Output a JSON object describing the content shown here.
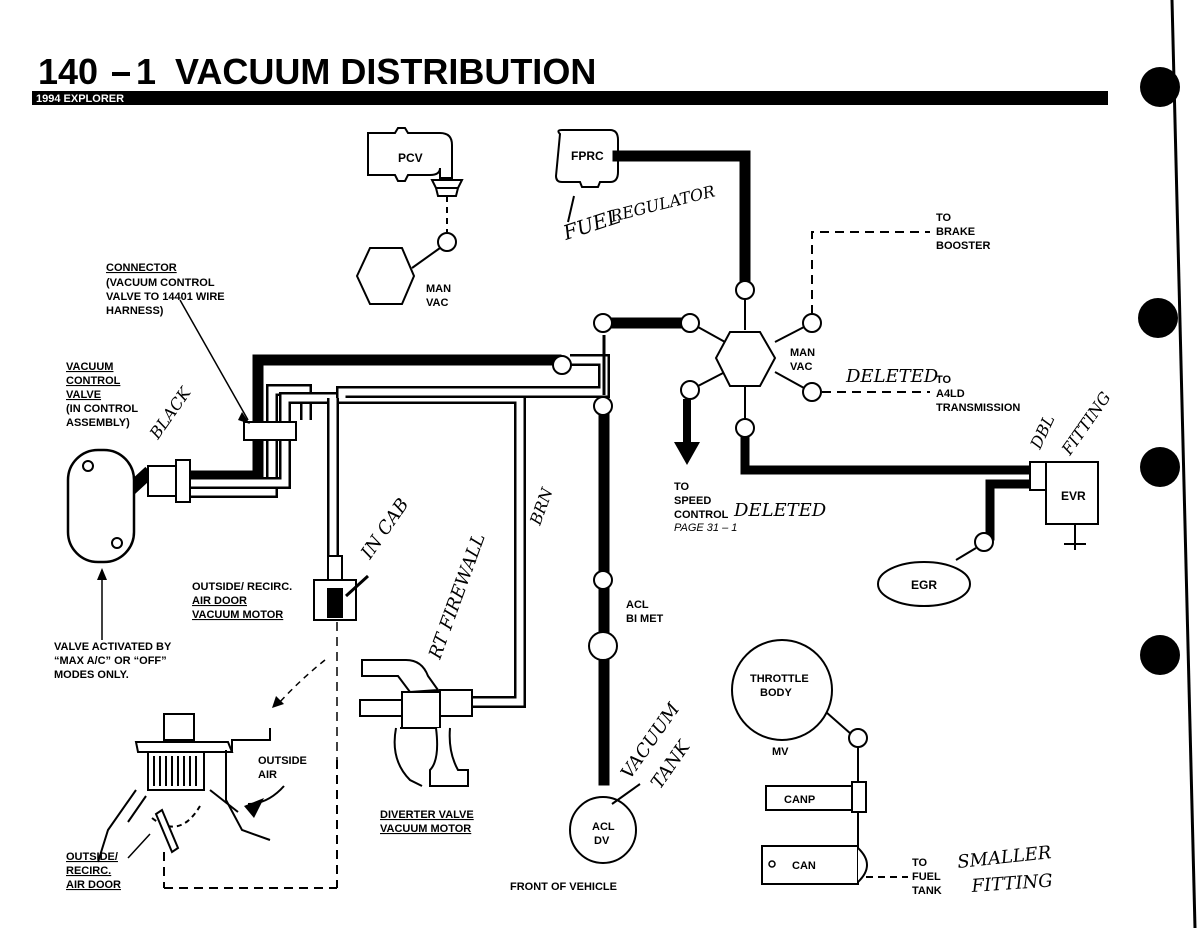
{
  "header": {
    "section_number": "140",
    "section_sub": "1",
    "title": "VACUUM DISTRIBUTION",
    "subtitle": "1994 EXPLORER"
  },
  "components": {
    "pcv": "PCV",
    "fprc": "FPRC",
    "man_vac_top_line1": "MAN",
    "man_vac_top_line2": "VAC",
    "man_vac_center_line1": "MAN",
    "man_vac_center_line2": "VAC",
    "evr": "EVR",
    "egr": "EGR",
    "throttle_body_line1": "THROTTLE",
    "throttle_body_line2": "BODY",
    "mv": "MV",
    "canp": "CANP",
    "can": "CAN",
    "acl_dv_line1": "ACL",
    "acl_dv_line2": "DV",
    "acl_bi_met_line1": "ACL",
    "acl_bi_met_line2": "BI MET"
  },
  "labels": {
    "connector_title": "CONNECTOR",
    "connector_line1": "(VACUUM CONTROL",
    "connector_line2": "VALVE TO 14401 WIRE",
    "connector_line3": "HARNESS)",
    "vcv_line1": "VACUUM",
    "vcv_line2": "CONTROL",
    "vcv_line3": "VALVE",
    "vcv_line4": "(IN CONTROL",
    "vcv_line5": "ASSEMBLY)",
    "valve_act_line1": "VALVE ACTIVATED BY",
    "valve_act_line2": "“MAX A/C” OR “OFF”",
    "valve_act_line3": "MODES ONLY.",
    "oar_motor_line1": "OUTSIDE/ RECIRC.",
    "oar_motor_line2": "AIR DOOR",
    "oar_motor_line3": "VACUUM MOTOR",
    "outside_air_line1": "OUTSIDE",
    "outside_air_line2": "AIR",
    "oar_door_line1": "OUTSIDE/",
    "oar_door_line2": "RECIRC.",
    "oar_door_line3": "AIR DOOR",
    "diverter_line1": "DIVERTER VALVE",
    "diverter_line2": "VACUUM MOTOR",
    "front_of_vehicle": "FRONT OF VEHICLE",
    "to_brake_line1": "TO",
    "to_brake_line2": "BRAKE",
    "to_brake_line3": "BOOSTER",
    "to_a4ld_line1": "TO",
    "to_a4ld_line2": "A4LD",
    "to_a4ld_line3": "TRANSMISSION",
    "to_speed_line1": "TO",
    "to_speed_line2": "SPEED",
    "to_speed_line3": "CONTROL",
    "to_speed_line4": "PAGE 31 – 1",
    "to_fuel_line1": "TO",
    "to_fuel_line2": "FUEL",
    "to_fuel_line3": "TANK"
  },
  "handwritten": {
    "fuel_regulator_1": "FUEL",
    "fuel_regulator_2": "REGULATOR",
    "deleted_a4ld": "DELETED",
    "deleted_speed": "DELETED",
    "in_cab": "IN CAB",
    "rt_firewall": "RT FIREWALL",
    "brn": "BRN",
    "black": "BLACK",
    "vacuum_tank_1": "VACUUM",
    "vacuum_tank_2": "TANK",
    "dbl_fitting_1": "DBL",
    "dbl_fitting_2": "FITTING",
    "smaller_fitting_1": "SMALLER",
    "smaller_fitting_2": "FITTING"
  }
}
